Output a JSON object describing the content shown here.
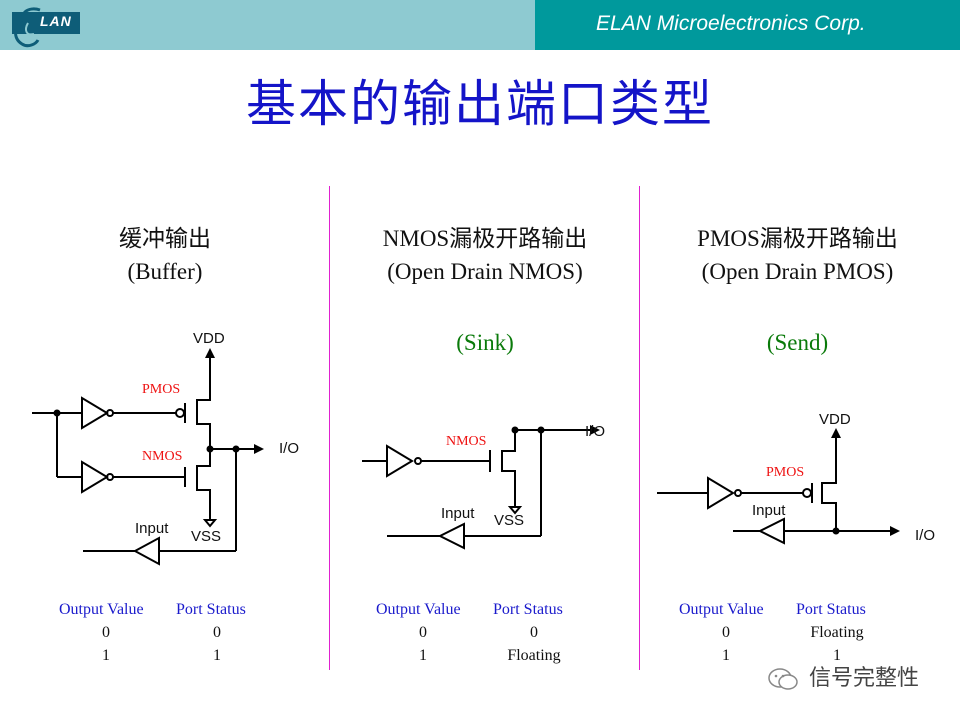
{
  "header": {
    "logo_text": "LAN",
    "company": "ELAN Microelectronics Corp."
  },
  "title": "基本的输出端口类型",
  "columns": [
    {
      "title_cn": "缓冲输出",
      "title_en": "(Buffer)",
      "mode": "",
      "labels": {
        "vdd": "VDD",
        "vss": "VSS",
        "io": "I/O",
        "input": "Input",
        "pmos": "PMOS",
        "nmos": "NMOS"
      },
      "table": {
        "headers": [
          "Output Value",
          "Port Status"
        ],
        "rows": [
          [
            "0",
            "0"
          ],
          [
            "1",
            "1"
          ]
        ]
      }
    },
    {
      "title_cn": "NMOS漏极开路输出",
      "title_en": "(Open Drain NMOS)",
      "mode": "(Sink)",
      "labels": {
        "vss": "VSS",
        "io": "I/O",
        "input": "Input",
        "nmos": "NMOS"
      },
      "table": {
        "headers": [
          "Output Value",
          "Port Status"
        ],
        "rows": [
          [
            "0",
            "0"
          ],
          [
            "1",
            "Floating"
          ]
        ]
      }
    },
    {
      "title_cn": "PMOS漏极开路输出",
      "title_en": "(Open Drain PMOS)",
      "mode": "(Send)",
      "labels": {
        "vdd": "VDD",
        "io": "I/O",
        "input": "Input",
        "pmos": "PMOS"
      },
      "table": {
        "headers": [
          "Output Value",
          "Port Status"
        ],
        "rows": [
          [
            "0",
            "Floating"
          ],
          [
            "1",
            "1"
          ]
        ]
      }
    }
  ],
  "watermark": "信号完整性",
  "colors": {
    "header_left": "#8ecad1",
    "header_right": "#00999c",
    "title": "#1414c8",
    "divider": "#e020d0",
    "mode": "#0a7a0a",
    "transistor_label": "#ee1111",
    "table_header": "#1a1acc"
  }
}
